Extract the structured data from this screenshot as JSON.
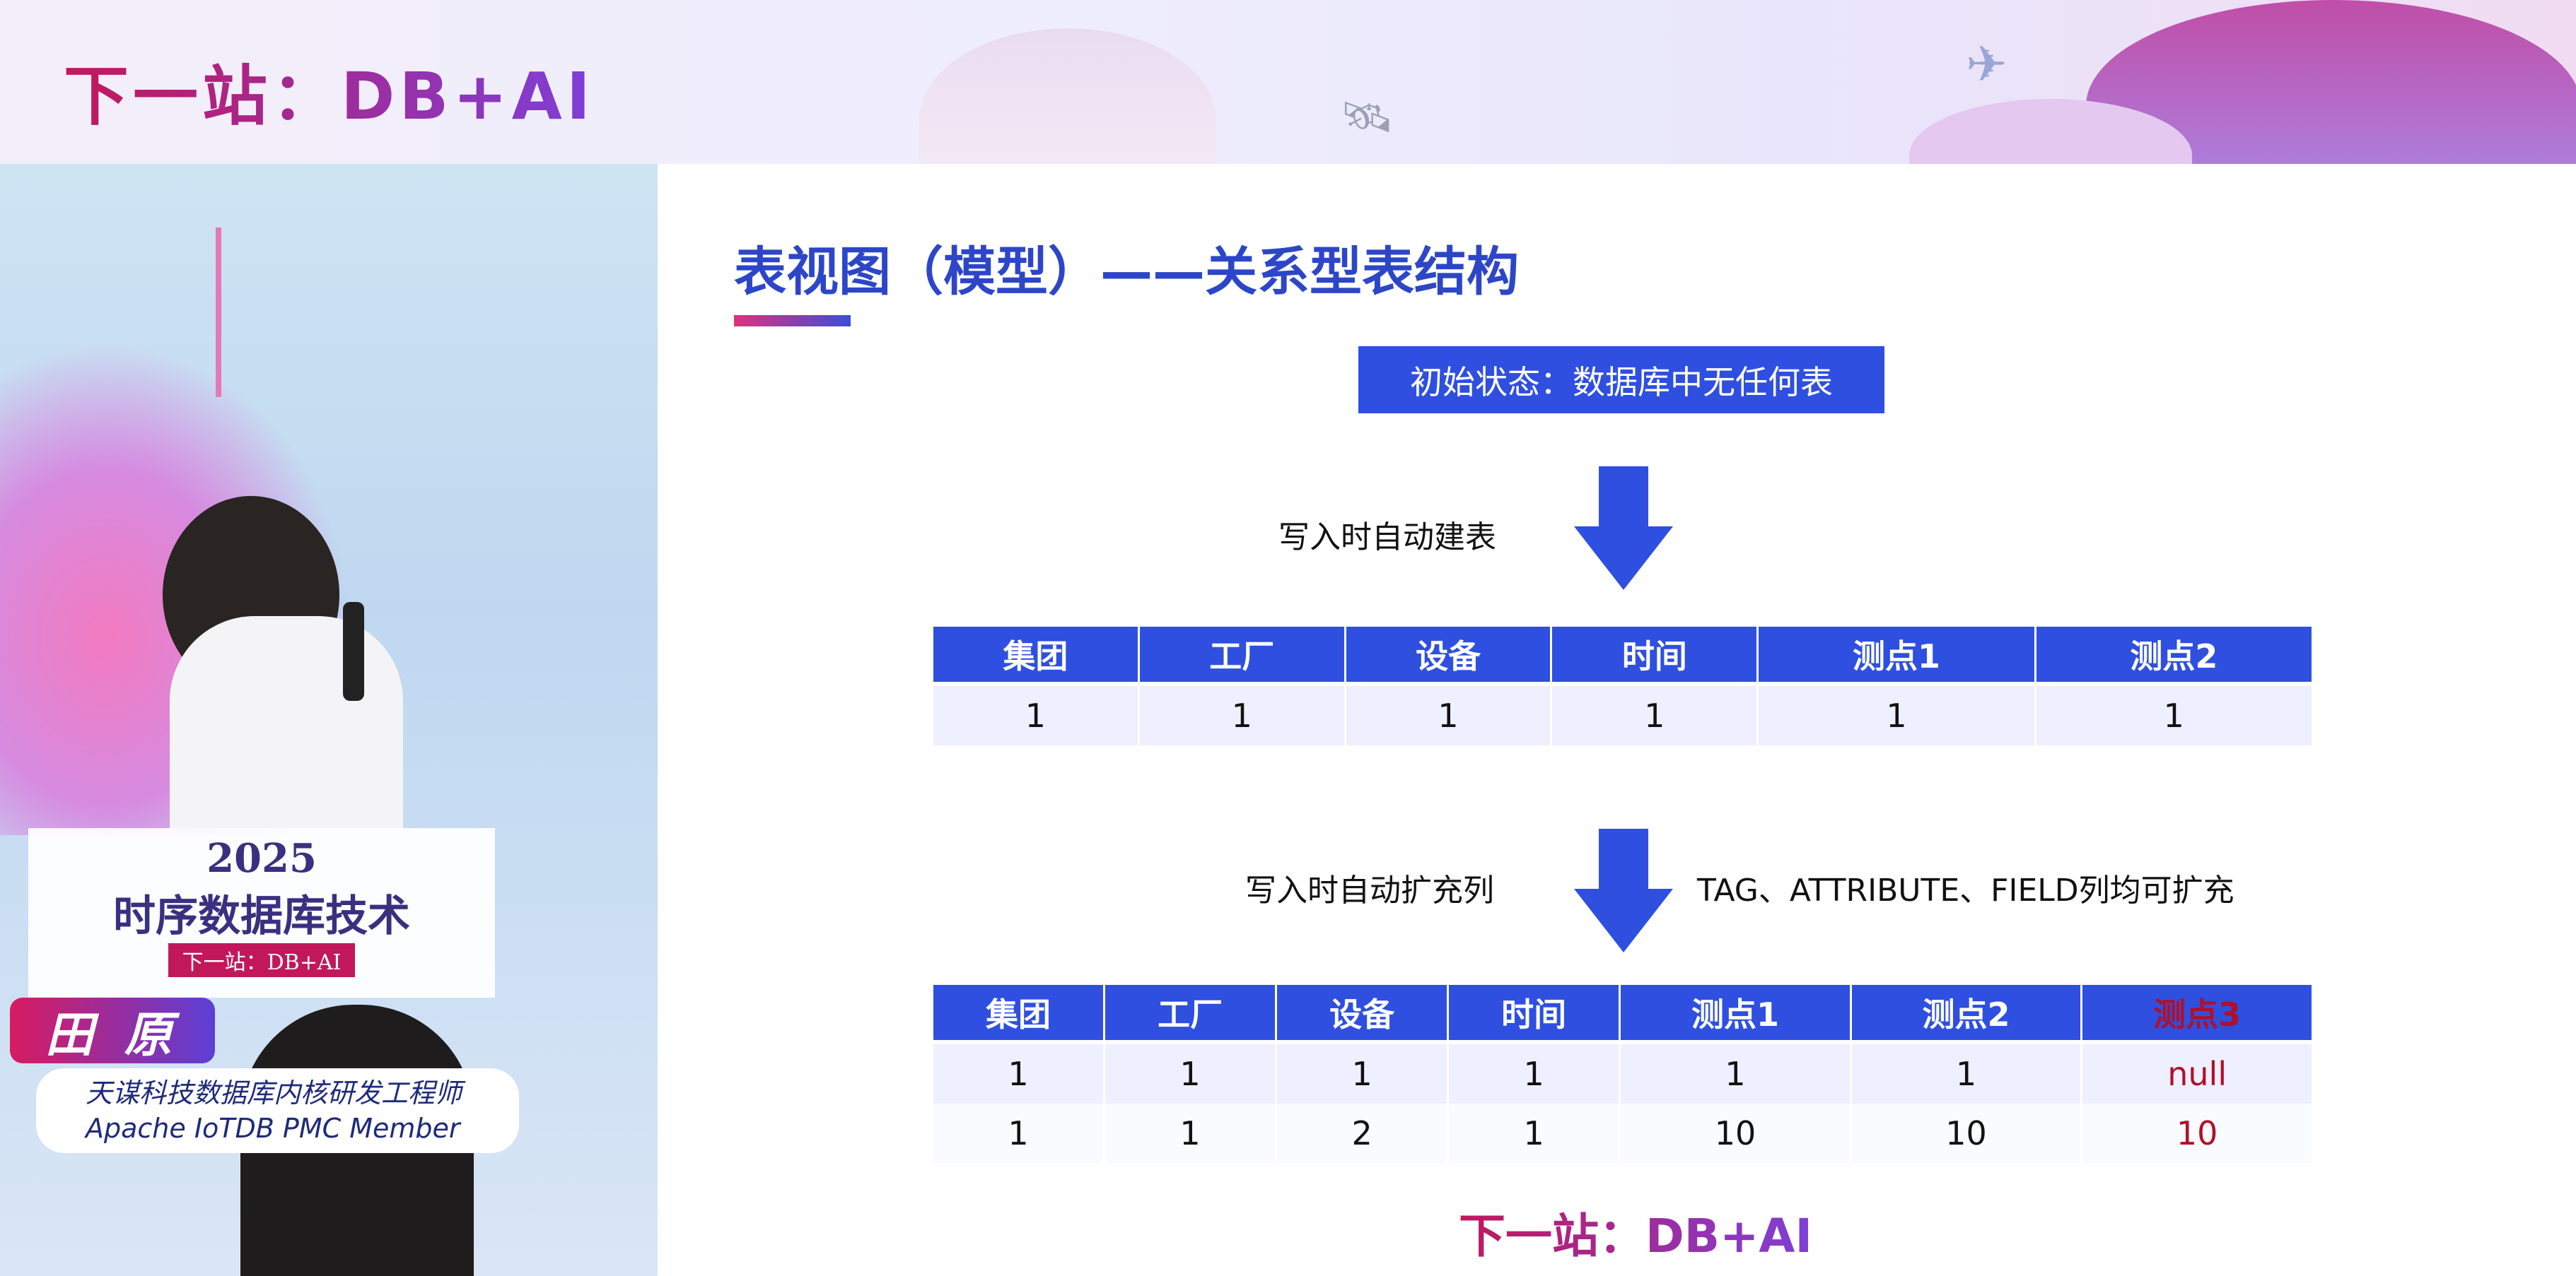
{
  "banner": {
    "logo": "下一站：DB+AI"
  },
  "video": {
    "stage_sign": {
      "year": "2025",
      "title": "时序数据库技术",
      "subtitle": "下一站：DB+AI"
    },
    "speaker": {
      "name": "田 原",
      "role": "天谋科技数据库内核研发工程师",
      "affiliation": "Apache IoTDB PMC Member"
    }
  },
  "slide": {
    "title": "表视图（模型）——关系型表结构",
    "initial_state": "初始状态：数据库中无任何表",
    "step1_label": "写入时自动建表",
    "step2_label": "写入时自动扩充列",
    "step2_note": "TAG、ATTRIBUTE、FIELD列均可扩充",
    "table1": {
      "headers": [
        "集团",
        "工厂",
        "设备",
        "时间",
        "测点1",
        "测点2"
      ],
      "rows": [
        [
          "1",
          "1",
          "1",
          "1",
          "1",
          "1"
        ]
      ]
    },
    "table2": {
      "headers": [
        "集团",
        "工厂",
        "设备",
        "时间",
        "测点1",
        "测点2",
        "测点3"
      ],
      "rows": [
        [
          "1",
          "1",
          "1",
          "1",
          "1",
          "1",
          "null"
        ],
        [
          "1",
          "1",
          "2",
          "1",
          "10",
          "10",
          "10"
        ]
      ]
    },
    "footer_logo": "下一站：DB+AI",
    "colors": {
      "accent_blue": "#2e4fe0",
      "new_column_red": "#b0102a"
    }
  }
}
